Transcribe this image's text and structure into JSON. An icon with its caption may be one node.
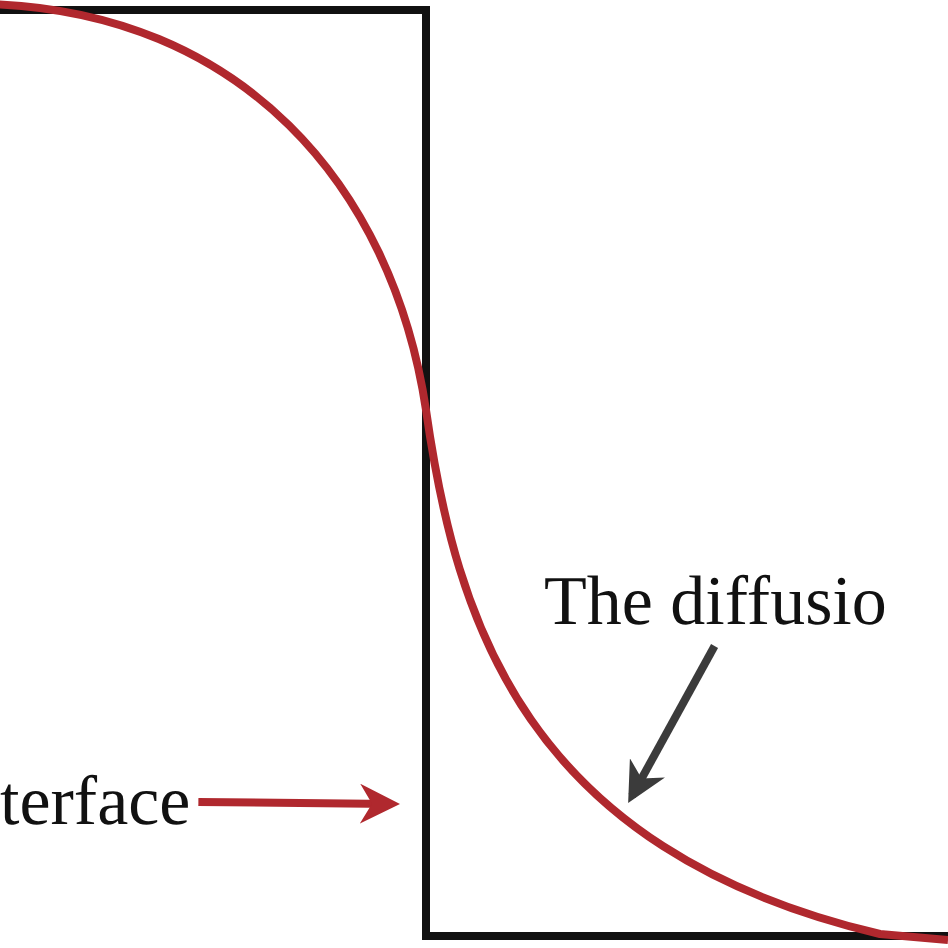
{
  "diagram": {
    "nodes": [
      {
        "text": [
          "terface"
        ]
      },
      {
        "text": [
          "The diffusio"
        ]
      }
    ],
    "edges": [
      {
        "from": 0,
        "to": null,
        "arrow": "to",
        "color": "#b0282e"
      },
      {
        "from": 1,
        "to": null,
        "arrow": "to",
        "color": "#3b3b3b"
      }
    ]
  }
}
